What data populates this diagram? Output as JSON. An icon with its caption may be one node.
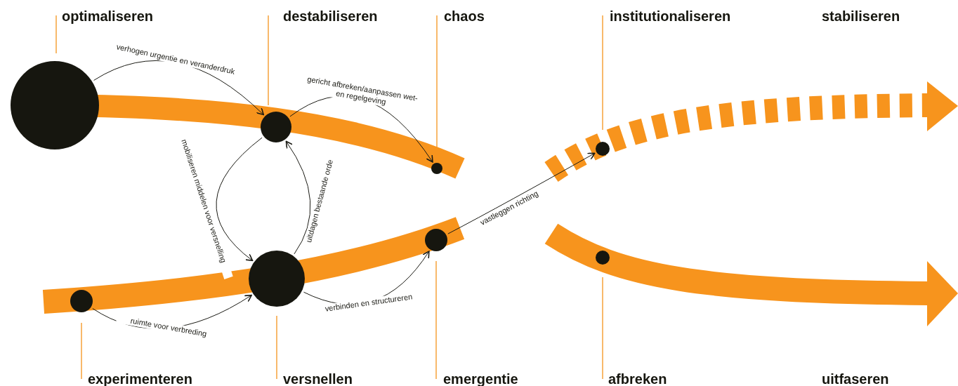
{
  "diagram": {
    "nodes": [
      {
        "text": [],
        "shape": "circle"
      },
      {
        "text": [],
        "shape": "circle"
      },
      {
        "text": [],
        "shape": "circle"
      },
      {
        "text": [],
        "shape": "circle"
      },
      {
        "text": [],
        "shape": "circle"
      },
      {
        "text": [],
        "shape": "circle"
      },
      {
        "text": [],
        "shape": "circle"
      },
      {
        "text": [],
        "shape": "circle"
      }
    ],
    "edges": [
      {
        "from": 0,
        "to": 1,
        "arrow": "to",
        "label": "verhogen urgentie en veranderdruk"
      },
      {
        "from": 1,
        "to": 2,
        "arrow": "to",
        "label": "gericht afbreken/aanpassen wet- en regelgeving"
      },
      {
        "from": 1,
        "to": 4,
        "arrow": "to",
        "label": "mobiliseren middelen voor versnelling"
      },
      {
        "from": 4,
        "to": 1,
        "arrow": "to",
        "label": "uitdagen bestaande orde"
      },
      {
        "from": 3,
        "to": 4,
        "arrow": "to",
        "label": "ruimte voor verbreding"
      },
      {
        "from": 4,
        "to": 5,
        "arrow": "to",
        "label": "verbinden en structureren"
      },
      {
        "from": 5,
        "to": 6,
        "arrow": "to",
        "label": "vastleggen richting"
      }
    ],
    "labels": [
      "optimaliseren",
      "destabiliseren",
      "chaos",
      "institutionaliseren",
      "stabiliseren",
      "experimenteren",
      "versnellen",
      "emergentie",
      "afbreken",
      "uitfaseren"
    ]
  }
}
